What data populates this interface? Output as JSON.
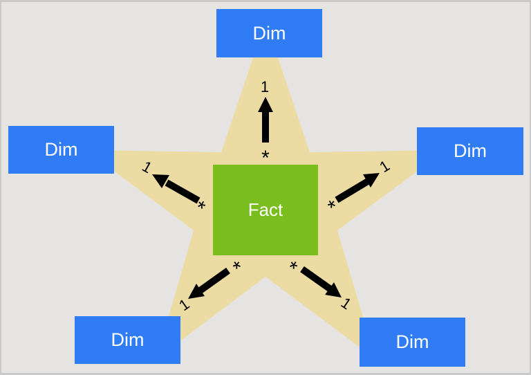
{
  "diagram": {
    "type": "star-schema",
    "background_color": "#E5E4E2",
    "border_color": "#C9C9C9",
    "star_color": "#ECDCA4",
    "arrow_color": "#000000",
    "dim_color": "#2F7CF5",
    "dim_text_color": "#FFFFFF",
    "fact": {
      "label": "Fact",
      "color": "#79BD1F",
      "text_color": "#FFFFFF"
    },
    "dims": [
      {
        "position": "top",
        "label": "Dim"
      },
      {
        "position": "left",
        "label": "Dim"
      },
      {
        "position": "right",
        "label": "Dim"
      },
      {
        "position": "bottom-left",
        "label": "Dim"
      },
      {
        "position": "bottom-right",
        "label": "Dim"
      }
    ],
    "relationships": [
      {
        "from": "Fact",
        "to": "Dim (top)",
        "fact_end_label": "*",
        "dim_end_label": "1"
      },
      {
        "from": "Fact",
        "to": "Dim (left)",
        "fact_end_label": "*",
        "dim_end_label": "1"
      },
      {
        "from": "Fact",
        "to": "Dim (right)",
        "fact_end_label": "*",
        "dim_end_label": "1"
      },
      {
        "from": "Fact",
        "to": "Dim (bottom-left)",
        "fact_end_label": "*",
        "dim_end_label": "1"
      },
      {
        "from": "Fact",
        "to": "Dim (bottom-right)",
        "fact_end_label": "*",
        "dim_end_label": "1"
      }
    ]
  }
}
